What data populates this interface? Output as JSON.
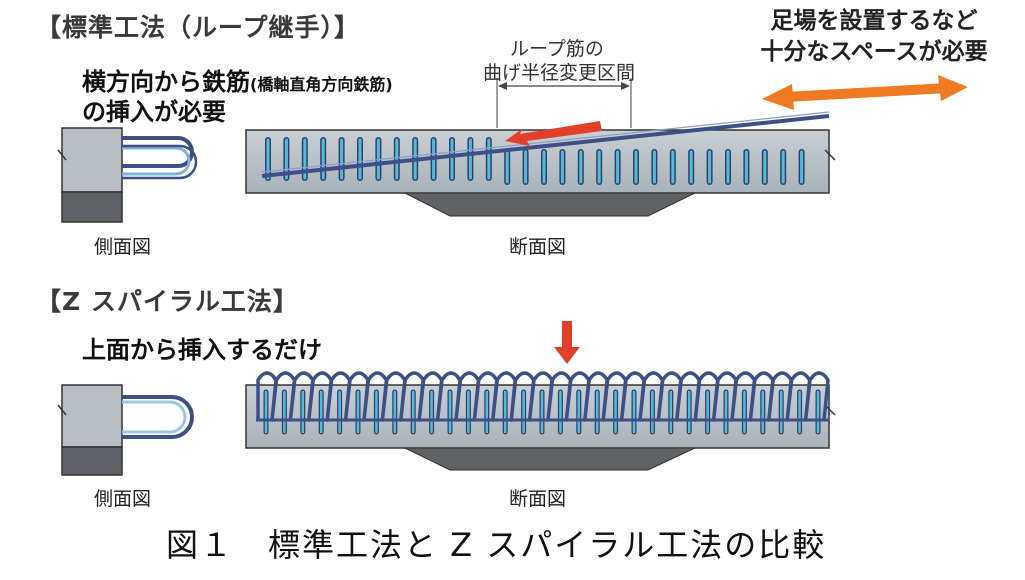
{
  "standard": {
    "title": "【標準工法（ループ継手）】",
    "note_line1": "横方向から鉄筋",
    "note_paren": "(橋軸直角方向鉄筋)",
    "note_line2": "の挿入が必要",
    "annotation_line1": "ループ筋の",
    "annotation_line2": "曲げ半径変更区間",
    "space_line1": "足場を設置するなど",
    "space_line2": "十分なスペースが必要",
    "side_label": "側面図",
    "section_label": "断面図"
  },
  "zspiral": {
    "title": "【Z スパイラル工法】",
    "note": "上面から挿入するだけ",
    "side_label": "側面図",
    "section_label": "断面図"
  },
  "caption": "図１　標準工法と Z スパイラル工法の比較",
  "colors": {
    "concrete": "#b7c0c6",
    "concrete_dark": "#6a6f73",
    "rebar": "#3d4f86",
    "slot": "#4fb6d0",
    "arrow_red": "#e2402a",
    "arrow_orange": "#ee7a24"
  }
}
